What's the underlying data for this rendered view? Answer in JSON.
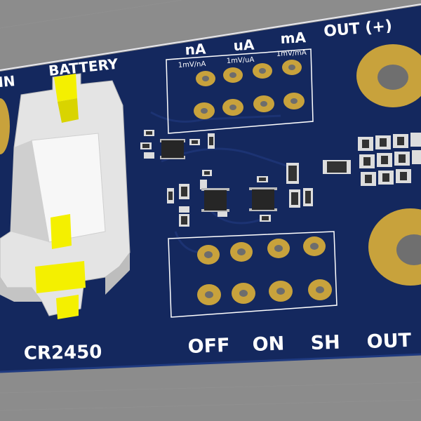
{
  "colors": {
    "background": "#8c8c8c",
    "board": "#14285e",
    "silkscreen": "#ffffff",
    "pad_gold": "#c8a23c",
    "battery_holder": "#e6e6e6",
    "battery_contact": "#f4f000"
  },
  "labels": {
    "in": "IN",
    "battery": "BATTERY",
    "range_na": "nA",
    "range_na_scale": "1mV/nA",
    "range_ua": "uA",
    "range_ua_scale": "1mV/uA",
    "range_ma": "mA",
    "range_ma_scale": "1mV/mA",
    "out_plus": "OUT (+)",
    "off": "OFF",
    "on": "ON",
    "sh": "SH",
    "out": "OUT",
    "battery_type": "CR2450"
  }
}
